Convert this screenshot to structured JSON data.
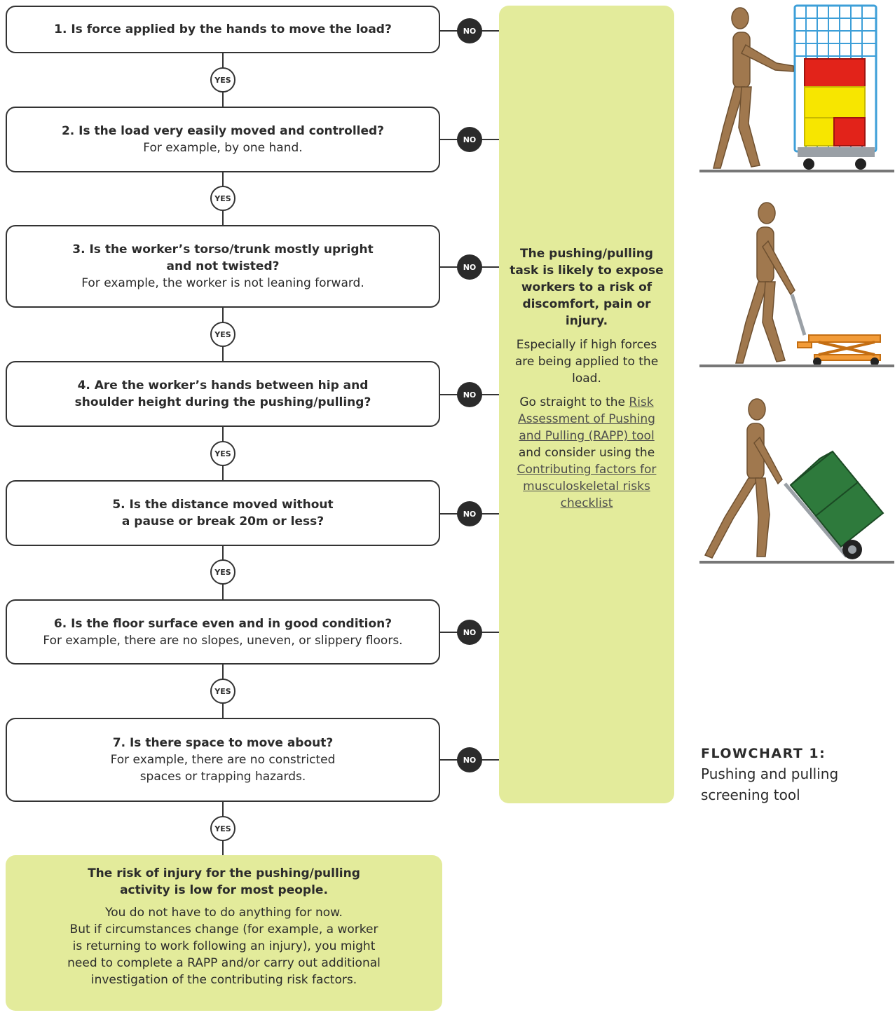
{
  "questions": [
    {
      "q": "1. Is force applied by the hands to move the load?",
      "ex": ""
    },
    {
      "q": "2. Is the load very easily moved and controlled?",
      "ex": "For example, by one hand."
    },
    {
      "q": "3. Is the worker’s torso/trunk mostly upright\nand not twisted?",
      "ex": "For example, the worker is not leaning forward."
    },
    {
      "q": "4. Are the worker’s hands between hip and\nshoulder height during the pushing/pulling?",
      "ex": ""
    },
    {
      "q": "5. Is the distance moved without\na pause or break 20m or less?",
      "ex": ""
    },
    {
      "q": "6. Is the floor surface even and in good condition?",
      "ex": "For example, there are no slopes, uneven, or slippery floors."
    },
    {
      "q": "7. Is there space to move about?",
      "ex": "For example, there are no constricted\nspaces or trapping hazards."
    }
  ],
  "yes_label": "YES",
  "no_label": "NO",
  "risk_box": {
    "headline": "The pushing/pulling task is likely to expose workers to a risk of discomfort, pain or injury.",
    "para1": "Especially if high forces are being applied to the load.",
    "para2_prefix": "Go straight to the",
    "link1": "Risk Assessment of Pushing and Pulling (RAPP) tool",
    "para2_mid": "and consider using the",
    "link2": "Contributing factors for musculoskeletal risks checklist"
  },
  "low_box": {
    "headline": "The risk of injury for the pushing/pulling\nactivity is low for most people.",
    "body": "You do not have to do anything for now.\nBut if circumstances change (for example, a worker\nis returning to work following an injury), you might\nneed to complete a RAPP and/or carry out additional\ninvestigation of the contributing risk factors."
  },
  "flowchart_title": {
    "label": "FLOWCHART 1:",
    "subtitle": "Pushing and pulling\nscreening tool"
  },
  "colors": {
    "green_box": "#e3eb9b",
    "border": "#333333",
    "mannequin": "#a0784e",
    "cage": "#3d9fd8",
    "crate_red": "#e2231a",
    "crate_yellow": "#f7e600",
    "trolley_orange": "#f29b38",
    "bin_green": "#2e7a3c"
  },
  "illustrations": [
    "roll-cage-trolley-illustration",
    "scissor-lift-trolley-illustration",
    "hand-truck-illustration"
  ]
}
